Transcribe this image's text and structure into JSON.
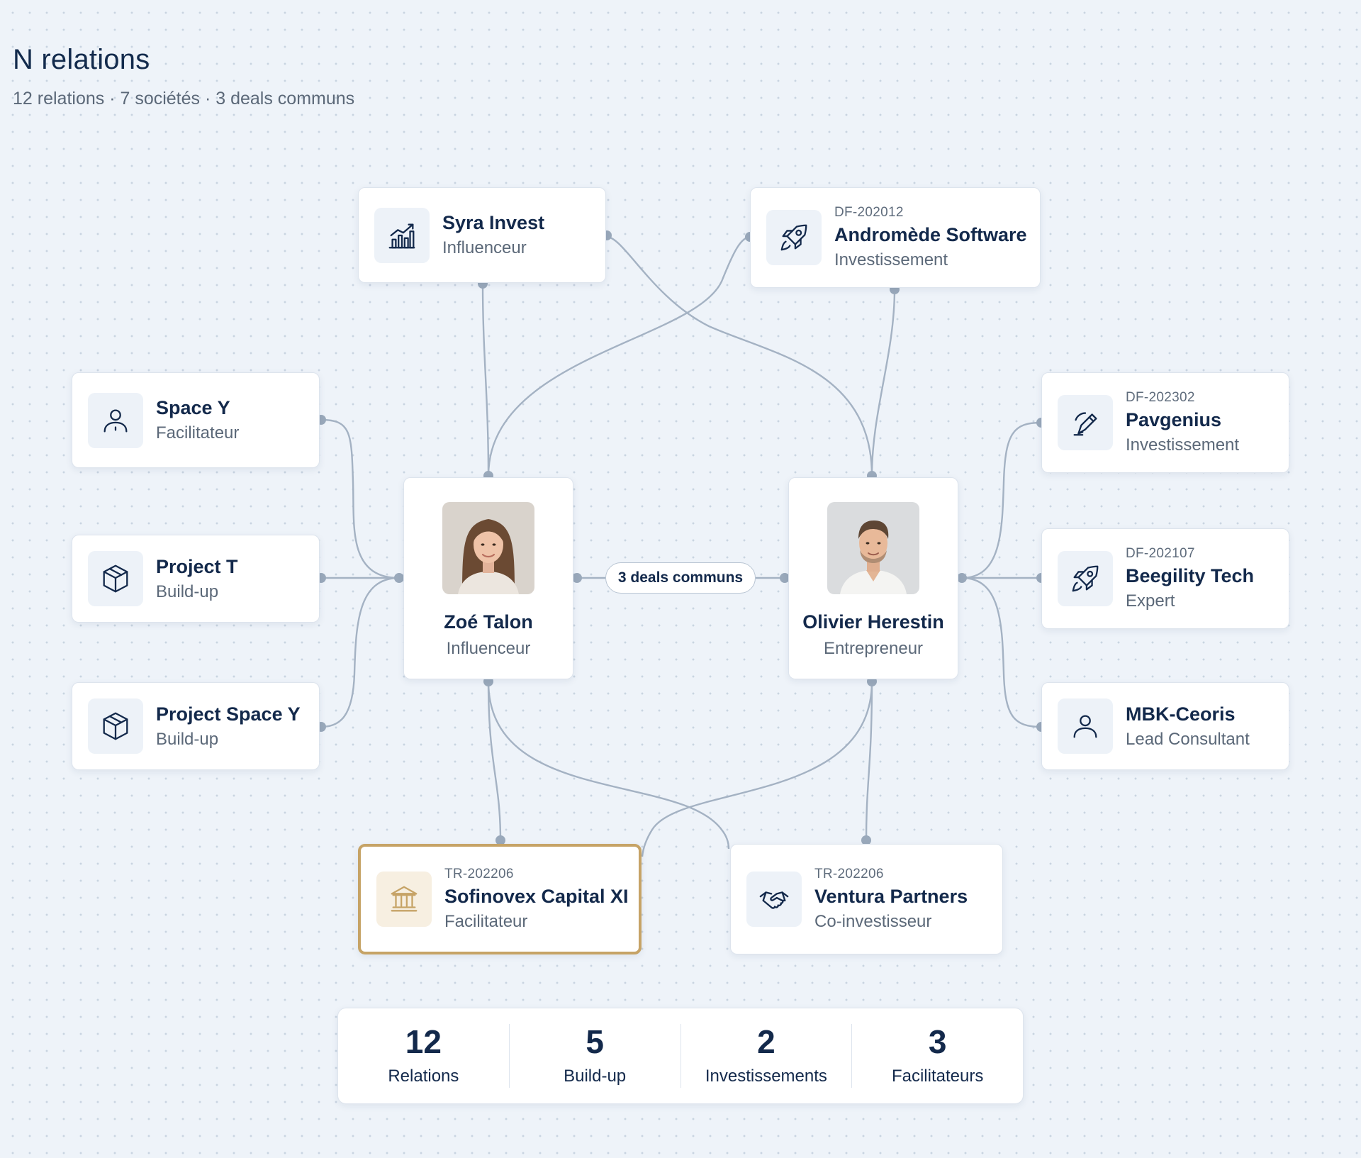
{
  "header": {
    "title": "N relations",
    "subtitle": "12 relations · 7 sociétés · 3 deals communs"
  },
  "colors": {
    "accent_gold": "#c6a366",
    "text_primary": "#13294b",
    "text_secondary": "#5b6878",
    "edge": "#a4b2c3"
  },
  "people": {
    "left": {
      "name": "Zoé Talon",
      "role": "Influenceur"
    },
    "right": {
      "name": "Olivier Herestin",
      "role": "Entrepreneur"
    }
  },
  "link_label": "3 deals communs",
  "nodes": {
    "syra_invest": {
      "name": "Syra Invest",
      "role": "Influenceur",
      "icon": "chart-bar-icon"
    },
    "andromede": {
      "code": "DF-202012",
      "name": "Andromède Software",
      "role": "Investissement",
      "icon": "rocket-icon"
    },
    "space_y": {
      "name": "Space Y",
      "role": "Facilitateur",
      "icon": "user-icon"
    },
    "project_t": {
      "name": "Project T",
      "role": "Build-up",
      "icon": "box-icon"
    },
    "project_space_y": {
      "name": "Project Space Y",
      "role": "Build-up",
      "icon": "box-icon"
    },
    "pavgenius": {
      "code": "DF-202302",
      "name": "Pavgenius",
      "role": "Investissement",
      "icon": "pen-icon"
    },
    "beegility": {
      "code": "DF-202107",
      "name": "Beegility Tech",
      "role": "Expert",
      "icon": "rocket-icon"
    },
    "mbk_ceoris": {
      "name": "MBK-Ceoris",
      "role": "Lead Consultant",
      "icon": "user-icon"
    },
    "sofinovex": {
      "code": "TR-202206",
      "name": "Sofinovex Capital XI",
      "role": "Facilitateur",
      "icon": "bank-icon"
    },
    "ventura": {
      "code": "TR-202206",
      "name": "Ventura Partners",
      "role": "Co-investisseur",
      "icon": "handshake-icon"
    }
  },
  "stats": [
    {
      "value": "12",
      "label": "Relations"
    },
    {
      "value": "5",
      "label": "Build-up"
    },
    {
      "value": "2",
      "label": "Investissements"
    },
    {
      "value": "3",
      "label": "Facilitateurs"
    }
  ]
}
